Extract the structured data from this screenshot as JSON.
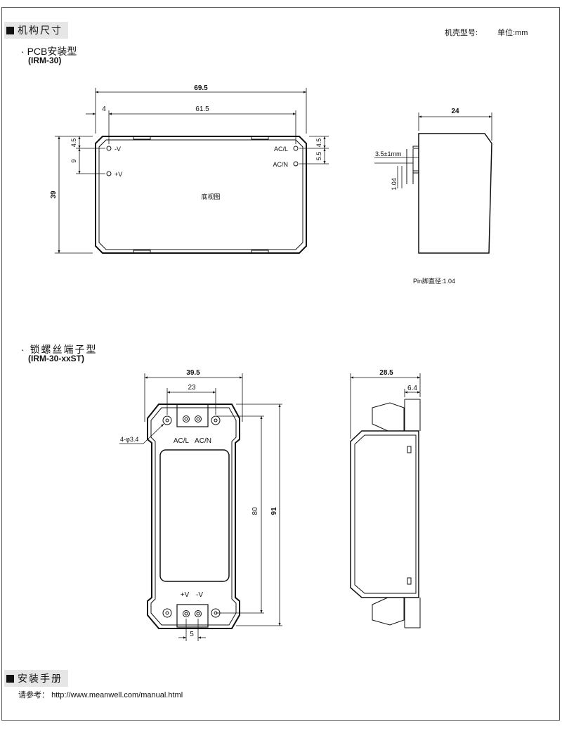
{
  "header": {
    "section1": "机构尺寸",
    "case_label": "机壳型号:",
    "unit_label": "单位:mm"
  },
  "pcb": {
    "title": "PCB安装型",
    "model": "(IRM-30)",
    "dims": {
      "total_width": "69.5",
      "pin_span": "61.5",
      "left_offset": "4",
      "height": "39",
      "top_pin_offset_left": "4.5",
      "pin_pitch_left": "9",
      "top_pin_offset_right": "4.5",
      "pin_pitch_right": "5.5",
      "side_width": "24",
      "pin_length": "3.5±1mm",
      "pin_diameter": "1.04"
    },
    "pins": {
      "minus_v": "-V",
      "plus_v": "+V",
      "ac_l": "AC/L",
      "ac_n": "AC/N"
    },
    "bottom_view": "底视图",
    "pin_note": "Pin脚直径:1.04"
  },
  "screw": {
    "title": "锁螺丝端子型",
    "model": "(IRM-30-xxST)",
    "dims": {
      "width": "39.5",
      "terminal_width": "23",
      "hole": "4-φ3.4",
      "inner_height": "80",
      "total_height": "91",
      "terminal_spacing": "5",
      "side_width": "28.5",
      "terminal_depth": "6.4"
    },
    "labels": {
      "ac_l": "AC/L",
      "ac_n": "AC/N",
      "plus_v": "+V",
      "minus_v": "-V"
    }
  },
  "manual": {
    "section": "安装手册",
    "ref_label": "请参考：",
    "url": "http://www.meanwell.com/manual.html"
  }
}
